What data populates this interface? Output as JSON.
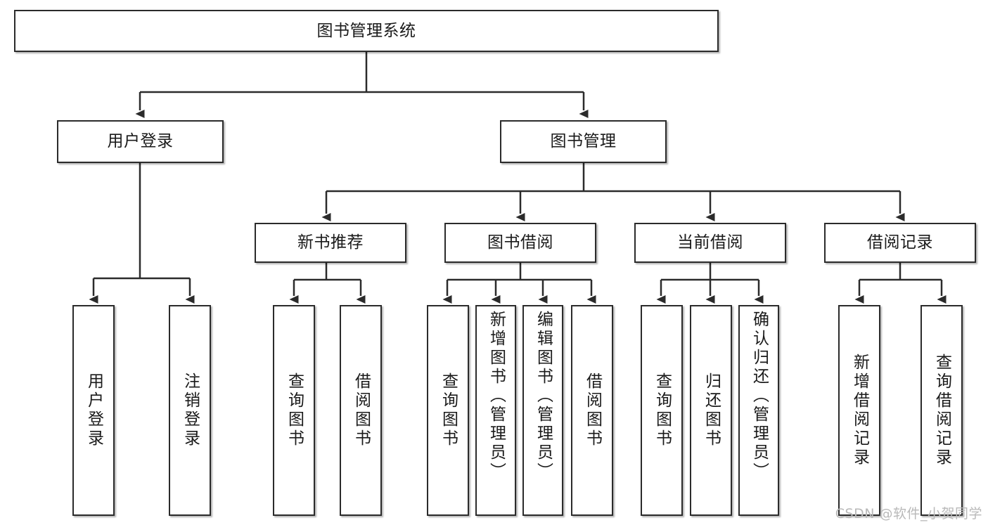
{
  "diagram": {
    "type": "tree-hierarchy",
    "title": "图书管理系统",
    "watermark": "CSDN @软件_小贺同学",
    "colors": {
      "stroke": "#2b2b2b",
      "fill": "#ffffff",
      "text": "#1a1a1a",
      "watermark": "#b9b9b9"
    },
    "nodes": {
      "root": {
        "label": "图书管理系统"
      },
      "level2": [
        {
          "id": "user-login",
          "label": "用户登录"
        },
        {
          "id": "book-management",
          "label": "图书管理"
        }
      ],
      "level3": [
        {
          "id": "new-book-recommend",
          "label": "新书推荐",
          "parent": "book-management"
        },
        {
          "id": "book-borrow",
          "label": "图书借阅",
          "parent": "book-management"
        },
        {
          "id": "current-borrow",
          "label": "当前借阅",
          "parent": "book-management"
        },
        {
          "id": "borrow-record",
          "label": "借阅记录",
          "parent": "book-management"
        }
      ],
      "leaves": [
        {
          "id": "leaf-user-login",
          "label": "用户登录",
          "parent": "user-login"
        },
        {
          "id": "leaf-logout",
          "label": "注销登录",
          "parent": "user-login"
        },
        {
          "id": "leaf-query-book-1",
          "label": "查询图书",
          "parent": "new-book-recommend"
        },
        {
          "id": "leaf-borrow-book-1",
          "label": "借阅图书",
          "parent": "new-book-recommend"
        },
        {
          "id": "leaf-query-book-2",
          "label": "查询图书",
          "parent": "book-borrow"
        },
        {
          "id": "leaf-add-book",
          "label": "新增图书（管理员）",
          "parent": "book-borrow"
        },
        {
          "id": "leaf-edit-book",
          "label": "编辑图书（管理员）",
          "parent": "book-borrow"
        },
        {
          "id": "leaf-borrow-book-2",
          "label": "借阅图书",
          "parent": "book-borrow"
        },
        {
          "id": "leaf-query-book-3",
          "label": "查询图书",
          "parent": "current-borrow"
        },
        {
          "id": "leaf-return-book",
          "label": "归还图书",
          "parent": "current-borrow"
        },
        {
          "id": "leaf-confirm-return",
          "label": "确认归还（管理员）",
          "parent": "current-borrow"
        },
        {
          "id": "leaf-add-record",
          "label": "新增借阅记录",
          "parent": "borrow-record"
        },
        {
          "id": "leaf-query-record",
          "label": "查询借阅记录",
          "parent": "borrow-record"
        }
      ]
    }
  }
}
